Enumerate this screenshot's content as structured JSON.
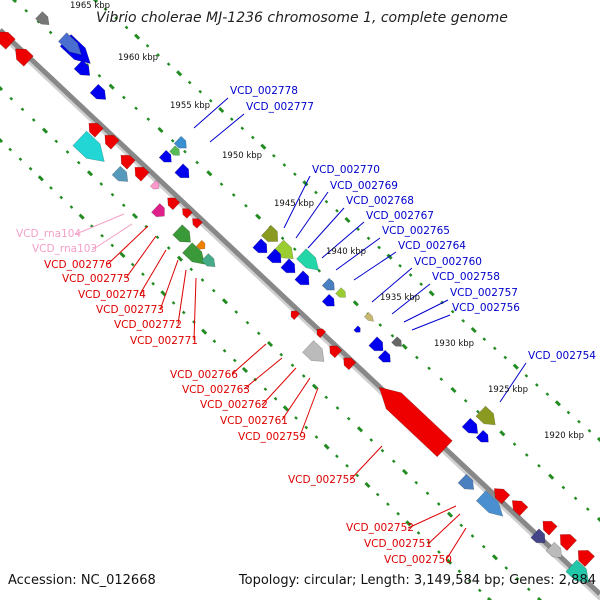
{
  "title": "Vibrio cholerae MJ-1236 chromosome 1, complete genome",
  "footer": {
    "accession": "Accession: NC_012668",
    "topology": "Topology: circular; Length: 3,149,584 bp; Genes: 2,884"
  },
  "colors": {
    "backbone": "#8a8a8a",
    "tick_green": "#228b22",
    "forward_gene": "#0000ee",
    "reverse_gene": "#ee0000",
    "rna_gene": "#ff99cc",
    "forward_label": "#0000cc",
    "reverse_label": "#dd0000",
    "rna_label": "#f4a0c8"
  },
  "scale_labels": [
    "1965 kbp",
    "1960 kbp",
    "1955 kbp",
    "1950 kbp",
    "1945 kbp",
    "1940 kbp",
    "1935 kbp",
    "1930 kbp",
    "1925 kbp",
    "1920 kbp"
  ],
  "labels": {
    "forward": [
      "VCD_002778",
      "VCD_002777",
      "VCD_002770",
      "VCD_002769",
      "VCD_002768",
      "VCD_002767",
      "VCD_002765",
      "VCD_002764",
      "VCD_002760",
      "VCD_002758",
      "VCD_002757",
      "VCD_002756",
      "VCD_002754"
    ],
    "rna": [
      "VCD_rna104",
      "VCD_rna103"
    ],
    "reverse": [
      "VCD_002776",
      "VCD_002775",
      "VCD_002774",
      "VCD_002773",
      "VCD_002772",
      "VCD_002771",
      "VCD_002766",
      "VCD_002763",
      "VCD_002762",
      "VCD_002761",
      "VCD_002759",
      "VCD_002755",
      "VCD_002752",
      "VCD_002751",
      "VCD_002750"
    ]
  }
}
